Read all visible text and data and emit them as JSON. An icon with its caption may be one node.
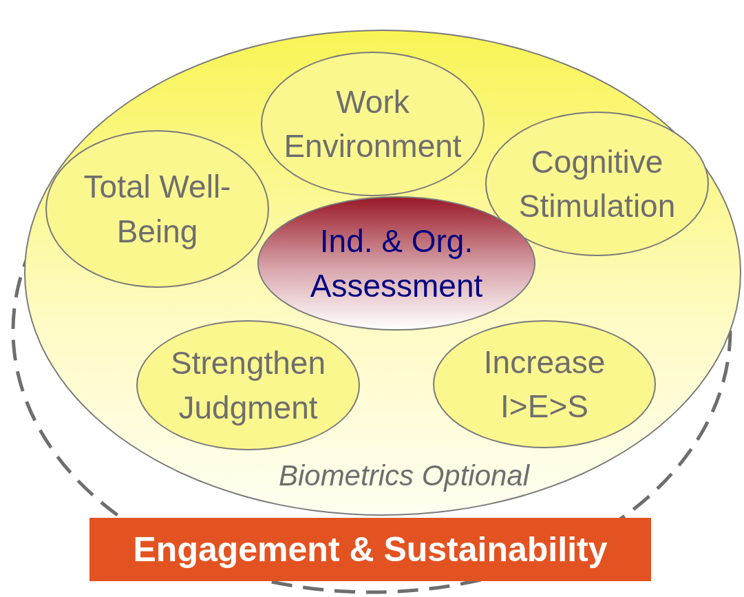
{
  "diagram": {
    "nodes": [
      {
        "text": [
          "Biometrics Optional"
        ]
      },
      {
        "text": [
          "Work Environment"
        ],
        "in": 0
      },
      {
        "text": [
          "Total Well-Being"
        ],
        "in": 0
      },
      {
        "text": [
          "Cognitive Stimulation"
        ],
        "in": 0
      },
      {
        "text": [
          "Ind. & Org. Assessment"
        ],
        "in": 0
      },
      {
        "text": [
          "Strengthen Judgment"
        ],
        "in": 0
      },
      {
        "text": [
          "Increase I>E>S"
        ],
        "in": 0
      },
      {
        "text": [
          "Engagement & Sustainability"
        ]
      }
    ]
  }
}
